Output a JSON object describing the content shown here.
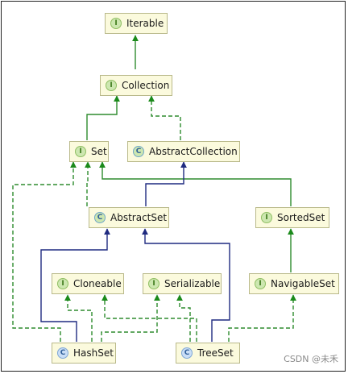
{
  "nodes": {
    "iterable": {
      "label": "Iterable",
      "kind": "interface",
      "badge": "I"
    },
    "collection": {
      "label": "Collection",
      "kind": "interface",
      "badge": "I"
    },
    "set": {
      "label": "Set",
      "kind": "interface",
      "badge": "I"
    },
    "abstract_collection": {
      "label": "AbstractCollection",
      "kind": "abstract",
      "badge": "C"
    },
    "abstract_set": {
      "label": "AbstractSet",
      "kind": "abstract",
      "badge": "C"
    },
    "sorted_set": {
      "label": "SortedSet",
      "kind": "interface",
      "badge": "I"
    },
    "cloneable": {
      "label": "Cloneable",
      "kind": "interface",
      "badge": "I"
    },
    "serializable": {
      "label": "Serializable",
      "kind": "interface",
      "badge": "I"
    },
    "navigable_set": {
      "label": "NavigableSet",
      "kind": "interface",
      "badge": "I"
    },
    "hash_set": {
      "label": "HashSet",
      "kind": "class",
      "badge": "C"
    },
    "tree_set": {
      "label": "TreeSet",
      "kind": "class",
      "badge": "C"
    }
  },
  "edge_colors": {
    "interface_extends": "#2e8b2e",
    "implements": "#2e8b2e",
    "class_extends": "#1f2a80"
  },
  "watermark": "CSDN @未禾"
}
